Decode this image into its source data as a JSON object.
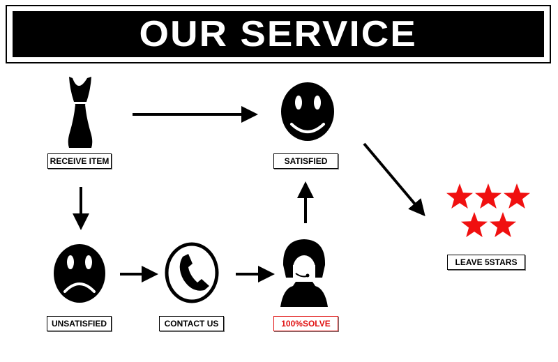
{
  "banner": {
    "title": "OUR SERVICE"
  },
  "steps": {
    "receive_item": "RECEIVE ITEM",
    "satisfied": "SATISFIED",
    "unsatisfied": "UNSATISFIED",
    "contact_us": "CONTACT US",
    "solve": "100%SOLVE",
    "leave_stars": "LEAVE 5STARS"
  },
  "colors": {
    "accent": "#e01010",
    "star": "#f01010",
    "ink": "#000000"
  },
  "icons": [
    "dress-icon",
    "happy-face-icon",
    "sad-face-icon",
    "phone-icon",
    "support-agent-icon",
    "five-stars-icon"
  ]
}
